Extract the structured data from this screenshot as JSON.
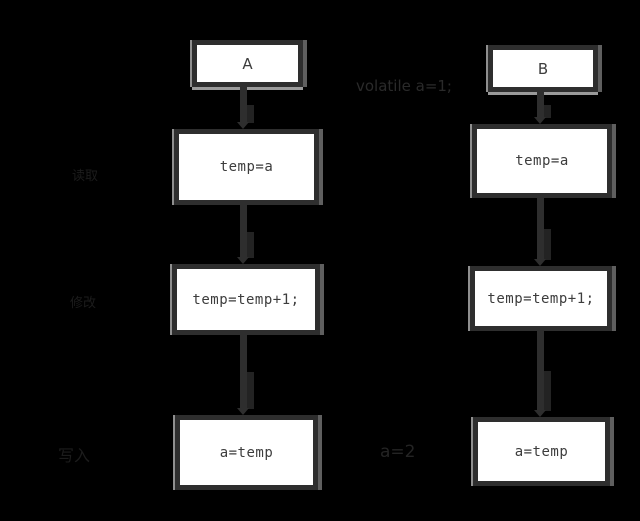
{
  "diagram": {
    "volatile_note": "volatile a=1;",
    "result_note": "a=2",
    "columns": [
      {
        "header": "A",
        "steps": [
          "temp=a",
          "temp=temp+1;",
          "a=temp"
        ]
      },
      {
        "header": "B",
        "steps": [
          "temp=a",
          "temp=temp+1;",
          "a=temp"
        ]
      }
    ],
    "step_labels": [
      "读取",
      "修改",
      "写入"
    ],
    "colors": {
      "background": "#000000",
      "box_fill": "#ffffff",
      "box_border": "#2e2e2e",
      "box_text": "#3d3d3d",
      "edge_highlight": "#8f8f8f",
      "edge_shadow": "#5f5f5f",
      "faint_text": "#2a2a2a"
    }
  }
}
